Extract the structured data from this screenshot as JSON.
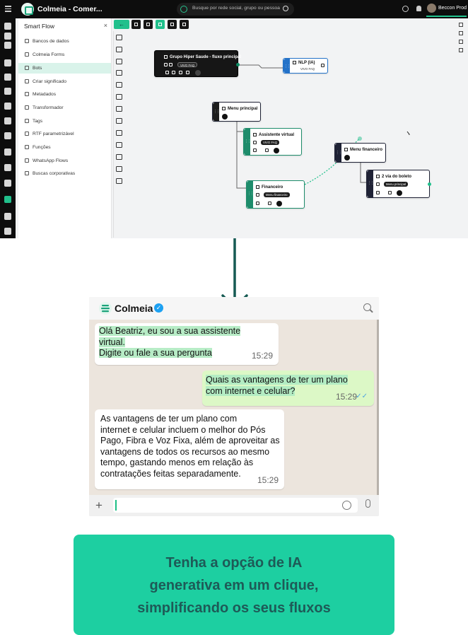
{
  "app": {
    "title": "Colmeia - Comer...",
    "search_placeholder": "Busque por rede social, grupo ou pessoa",
    "user_name": "Beccon Prod",
    "sidebar": {
      "title": "Smart Flow",
      "close": "×",
      "items": [
        {
          "label": "Bancos de dados",
          "icon": "database-icon"
        },
        {
          "label": "Colmeia Forms",
          "icon": "forms-icon"
        },
        {
          "label": "Bots",
          "icon": "bot-icon",
          "active": true
        },
        {
          "label": "Criar significado",
          "icon": "meaning-icon"
        },
        {
          "label": "Metadados",
          "icon": "metadata-icon"
        },
        {
          "label": "Transformador",
          "icon": "transform-icon"
        },
        {
          "label": "Tags",
          "icon": "tag-icon"
        },
        {
          "label": "RTF parametrizável",
          "icon": "rtf-icon"
        },
        {
          "label": "Funções",
          "icon": "function-icon"
        },
        {
          "label": "WhatsApp Flows",
          "icon": "whatsapp-flow-icon"
        },
        {
          "label": "Buscas corporativas",
          "icon": "search-icon"
        }
      ]
    },
    "toolbar": {
      "back": "←"
    },
    "nodes": {
      "root": {
        "title": "Grupo Hiper Saude - fluxo principal",
        "chip": "VIVO FAQ"
      },
      "nlp": {
        "title": "NLP (IA)",
        "sub": "VIVO FAQ"
      },
      "menu": {
        "title": "Menu principal"
      },
      "assistente": {
        "title": "Assistente virtual",
        "chip": "VIVO FAQ"
      },
      "financeiro": {
        "title": "Financeiro",
        "chip": "Menu financeiro"
      },
      "menu_fin": {
        "title": "Menu financeiro"
      },
      "boleto": {
        "title": "2 via do boleto",
        "chip": "Menu principal"
      }
    },
    "colors": {
      "accent": "#21c08c",
      "dark": "#0d0d0d"
    }
  },
  "chat": {
    "name": "Colmeia",
    "messages": [
      {
        "dir": "in",
        "text_highlight": "Olá Beatriz, eu sou a  sua assistente\nvirtual.\nDigite ou fale a sua pergunta",
        "time": "15:29"
      },
      {
        "dir": "out",
        "text_highlight": "Quais as vantagens de ter um plano\ncom internet e celular?",
        "time": "15:29"
      },
      {
        "dir": "in",
        "text": "As vantagens de ter um plano com\ninternet e celular incluem o melhor do Pós\nPago, Fibra e Voz Fixa, além de aproveitar as\nvantagens de todos os recursos ao mesmo\ntempo, gastando menos em relação às\ncontratações feitas separadamente.",
        "time": "15:29"
      }
    ]
  },
  "banner": {
    "text": "Tenha a opção de IA\ngenerativa em um clique,\nsimplificando os seus fluxos",
    "bg": "#1dcfa1",
    "fg": "#1e5a57"
  }
}
